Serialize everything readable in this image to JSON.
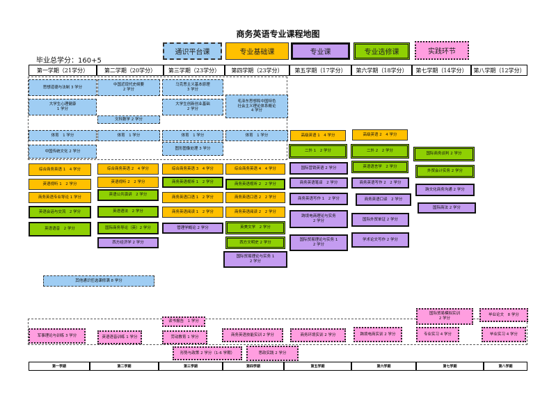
{
  "title": "商务英语专业课程地图",
  "total_credits": "毕业总学分：160+5",
  "legend": {
    "general": "通识平台课",
    "basic": "专业基础课",
    "major": "专业课",
    "elective": "专业选修课",
    "practice": "实践环节"
  },
  "semesters": [
    "第一学期（21学分）",
    "第二学期（20学分）",
    "第三学期（23学分）",
    "第四学期（23学分）",
    "第五学期（17学分）",
    "第六学期（18学分）",
    "第七学期（14学分）",
    "第八学期（12学分）"
  ],
  "bottom_semesters": [
    "第一学期",
    "第二学期",
    "第三学期",
    "第四学期",
    "第五学期",
    "第六学期",
    "第七学期",
    "第八学期"
  ],
  "courses": {
    "c1": "思想道德与法制 3 学分",
    "c2": "中国近现代史纲要\n2 学分",
    "c3": "马克思主义基本原理\n3 学分",
    "c4": "大学生心理健康\n1 学分",
    "c5": "大学生创新创业基础\n2 学分",
    "c6": "毛泽东思想和中国特色\n社会主义理论体系概论\n4 学分",
    "c7": "文科数学 2 学分",
    "c8": "体育　1 学分",
    "c9": "体育　1 学分",
    "c10": "体育　1 学分",
    "c11": "体育　1 学分",
    "c12": "中国传统文化 2 学分",
    "c13": "图形图像处理 3 学分",
    "c14": "高级英语 1　4 学分",
    "c15": "高级英语 2　4 学分",
    "c16": "二外 1　2 学分",
    "c17": "二外 2　2 学分",
    "c18": "国际商务谈判 2 学分",
    "c19": "综合商务英语 1　4 学分",
    "c20": "综合商务英语 2　4 学分",
    "c21": "综合商务英语 3　4 学分",
    "c22": "综合商务英语 4　4 学分",
    "c23": "国际营销英语 2 学分",
    "c24": "英语语言学　2 学分",
    "c25": "外贸会计实务 2 学分",
    "c26": "英语视听 1　2 学分",
    "c27": "英语视听 2　2 学分",
    "c28": "商务英语视听 1　2 学分",
    "c29": "商务英语视听 2　2 学分",
    "c30": "商务英语笔译　2 学分",
    "c31": "商务英语写作 2　2 学分",
    "c32": "跨文化商务沟通 2 学分",
    "c33": "商务英语专业导论 1 学分",
    "c34": "英语公共演讲　2 学分",
    "c35": "商务英语口语 1　2 学分",
    "c36": "商务英语口语 2　2 学分",
    "c37": "商务英语写作 1　2 学分",
    "c38": "商务英语口译　2 学分",
    "c39": "英语会话与交流　2 学分",
    "c40": "英语语法　2 学分",
    "c41": "商务英语阅读 1　2 学分",
    "c42": "商务英语阅读 2　2 学分",
    "c43": "国际贸易实务 2 学分",
    "c44": "国际商法 2 学分",
    "c45": "英语语音　2 学分",
    "c46": "国际商务导论（英）2 学分",
    "c47": "管理学概论 2 学分",
    "c48": "英美文学　2 学分",
    "c49": "跨境电商理论与实务\n2 学分",
    "c50": "国际外贸单证 2 学分",
    "c51": "西方经济学 2 学分",
    "c52": "西方文明史 2 学分",
    "c53": "国际贸易理论与实务 1\n2 学分",
    "c54": "学术论文写作 2 学分",
    "c55": "国际贸易理论与实务 1\n2 学分",
    "c56": "其他通识任选课修满 8 学分"
  },
  "practice": {
    "p1": "国际贸易模拟实训\n2 学分",
    "p2": "毕业论文　8 学分",
    "p3": "读书报告　1 学分",
    "p4": "军事理论与训练 3 学分",
    "p5": "英语语音训练 1 学分",
    "p6": "劳动教育 1 学分",
    "p7": "商务英语技能实训 2 学分",
    "p8": "商务环境实训 2 学分",
    "p9": "跨境电商实训 2 学分",
    "p10": "专业实习 4 学分",
    "p11": "毕业实习 4 学分",
    "p12": "形势与政策 2 学分（1-6 学期）",
    "p13": "思政实践 2 学分"
  }
}
